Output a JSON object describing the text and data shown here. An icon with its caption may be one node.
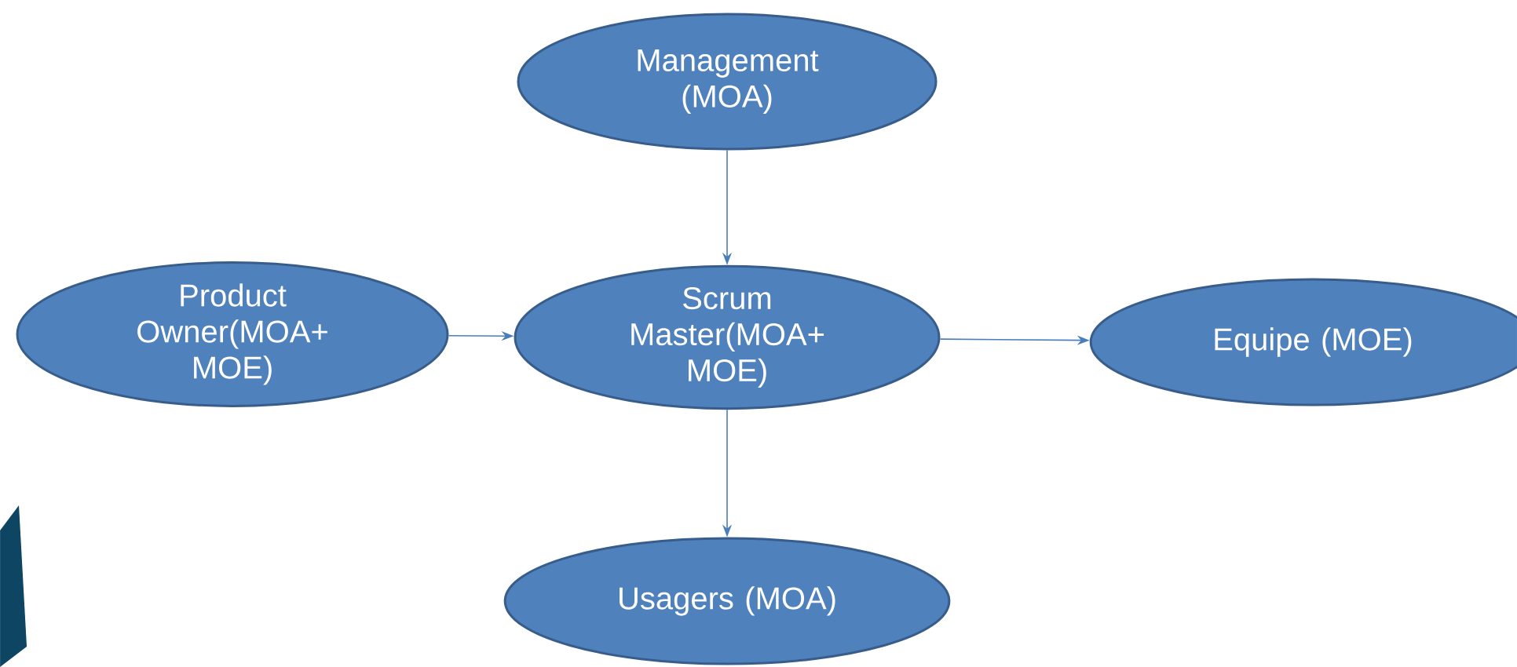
{
  "diagram": {
    "nodes": [
      {
        "text": [
          "Management (MOA)"
        ]
      },
      {
        "text": [
          "Product Owner(MOA+ MOE)"
        ]
      },
      {
        "text": [
          "Scrum Master(MOA+ MOE)"
        ]
      },
      {
        "text": [
          "Equipe (MOE)"
        ]
      },
      {
        "text": [
          "Usagers (MOA)"
        ]
      }
    ],
    "edges": [
      {
        "from": 0,
        "to": 2,
        "arrow": "to"
      },
      {
        "from": 1,
        "to": 2,
        "arrow": "to"
      },
      {
        "from": 2,
        "to": 3,
        "arrow": "to"
      },
      {
        "from": 2,
        "to": 4,
        "arrow": "to"
      }
    ]
  }
}
